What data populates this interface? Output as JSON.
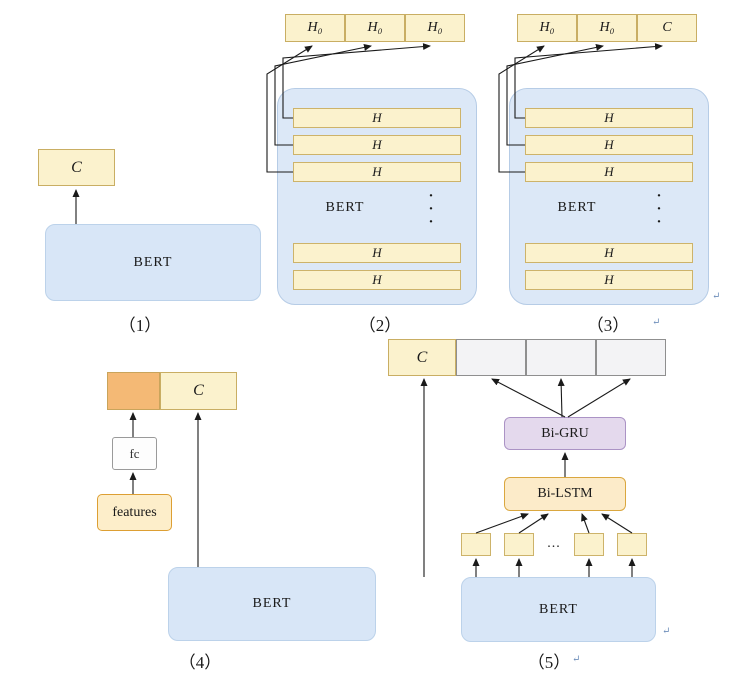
{
  "marks": {
    "return_mark": "↵"
  },
  "d1": {
    "caption": "（1）",
    "c": "C",
    "bert": "BERT"
  },
  "d2": {
    "caption": "（2）",
    "outputs": [
      "H₀",
      "H₀",
      "H₀"
    ],
    "bars": [
      "H",
      "H",
      "H",
      "H",
      "H"
    ],
    "bert": "BERT",
    "vdots": "·\n·\n·"
  },
  "d3": {
    "caption": "（3）",
    "outputs": [
      "H₀",
      "H₀",
      "C"
    ],
    "bars": [
      "H",
      "H",
      "H",
      "H",
      "H"
    ],
    "bert": "BERT",
    "vdots": "·\n·\n·"
  },
  "d4": {
    "caption": "（4）",
    "c": "C",
    "fc": "fc",
    "features": "features",
    "bert": "BERT"
  },
  "d5": {
    "caption": "（5）",
    "c": "C",
    "bigru": "Bi-GRU",
    "bilstm": "Bi-LSTM",
    "bert": "BERT",
    "ellipsis": "..."
  }
}
